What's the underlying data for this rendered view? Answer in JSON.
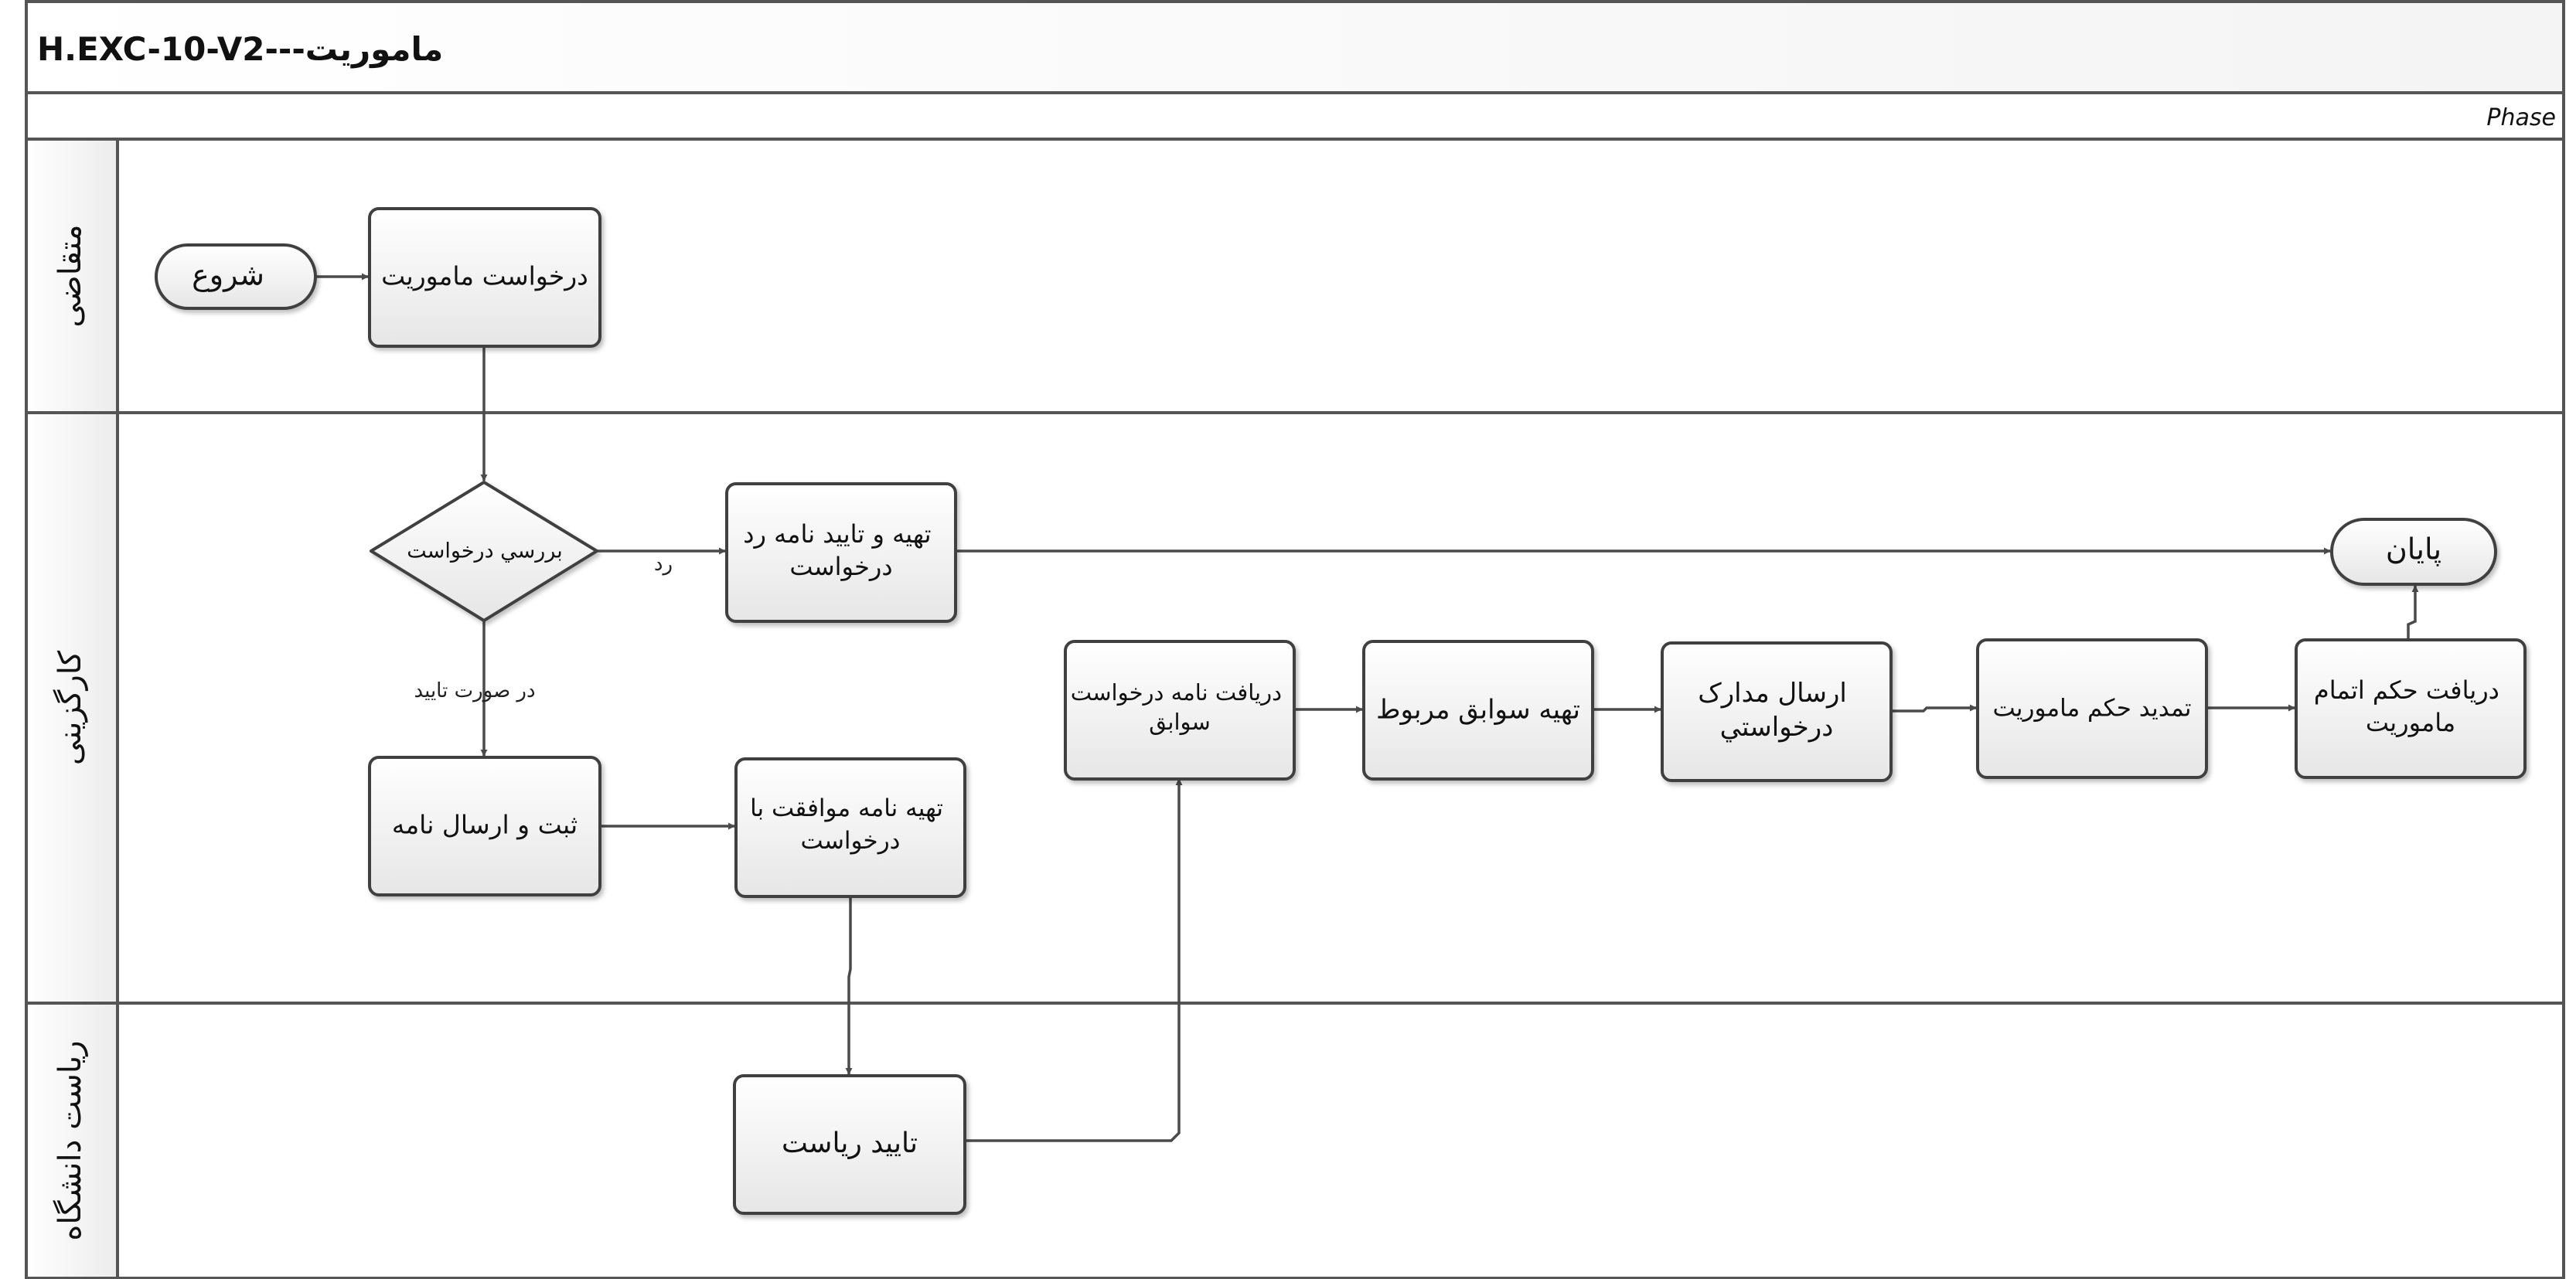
{
  "header": {
    "title": "H.EXC-10-V2---ماموریت"
  },
  "phase": {
    "label": "Phase"
  },
  "lanes": [
    {
      "id": "requester",
      "label": "متقاضی"
    },
    {
      "id": "staff",
      "label": "کارگزینی"
    },
    {
      "id": "president",
      "label": "ریاست دانشگاه"
    }
  ],
  "nodes": {
    "start": "شروع",
    "request": "درخواست ماموریت",
    "review": "بررسي درخواست",
    "reject_letter": [
      "تهیه و تایید نامه رد",
      "درخواست"
    ],
    "register_send": "ثبت و ارسال نامه",
    "approve_letter": [
      "تهیه نامه موافقت با",
      "درخواست"
    ],
    "president_approve": "تایید ریاست",
    "receive_records_letter": [
      "دریافت نامه درخواست",
      "سوابق"
    ],
    "prepare_records": "تهیه سوابق مربوط",
    "send_docs": [
      "ارسال مدارک",
      "درخواستي"
    ],
    "extend_order": "تمدید حکم ماموریت",
    "receive_finish": [
      "دریافت حکم اتمام",
      "ماموریت"
    ],
    "end": "پایان"
  },
  "edge_labels": {
    "reject": "رد",
    "approve": "در صورت تایید"
  },
  "colors": {
    "frame": "#555555",
    "box_stroke": "#404040",
    "arrow": "#4a4a4a",
    "box_fill_top": "#ffffff",
    "box_fill_bottom": "#e8e8e8"
  }
}
